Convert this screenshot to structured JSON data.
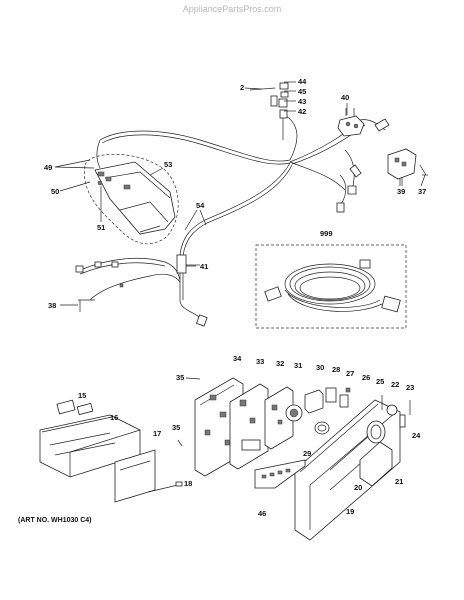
{
  "watermark": "AppliancePartsPros.com",
  "art_number": "(ART NO. WH1030 C4)",
  "callouts": {
    "c2": "2",
    "c44": "44",
    "c45": "45",
    "c43": "43",
    "c42": "42",
    "c40": "40",
    "c49": "49",
    "c53": "53",
    "c50": "50",
    "c54": "54",
    "c51": "51",
    "c39": "39",
    "c37": "37",
    "c999": "999",
    "c41": "41",
    "c38": "38",
    "c34": "34",
    "c33": "33",
    "c32": "32",
    "c31": "31",
    "c30": "30",
    "c28": "28",
    "c26": "26",
    "c27": "27",
    "c35a": "35",
    "c25": "25",
    "c22": "22",
    "c23": "23",
    "c15": "15",
    "c16": "16",
    "c17": "17",
    "c35b": "35",
    "c24": "24",
    "c29": "29",
    "c20": "20",
    "c21": "21",
    "c18": "18",
    "c46": "46",
    "c19": "19"
  }
}
